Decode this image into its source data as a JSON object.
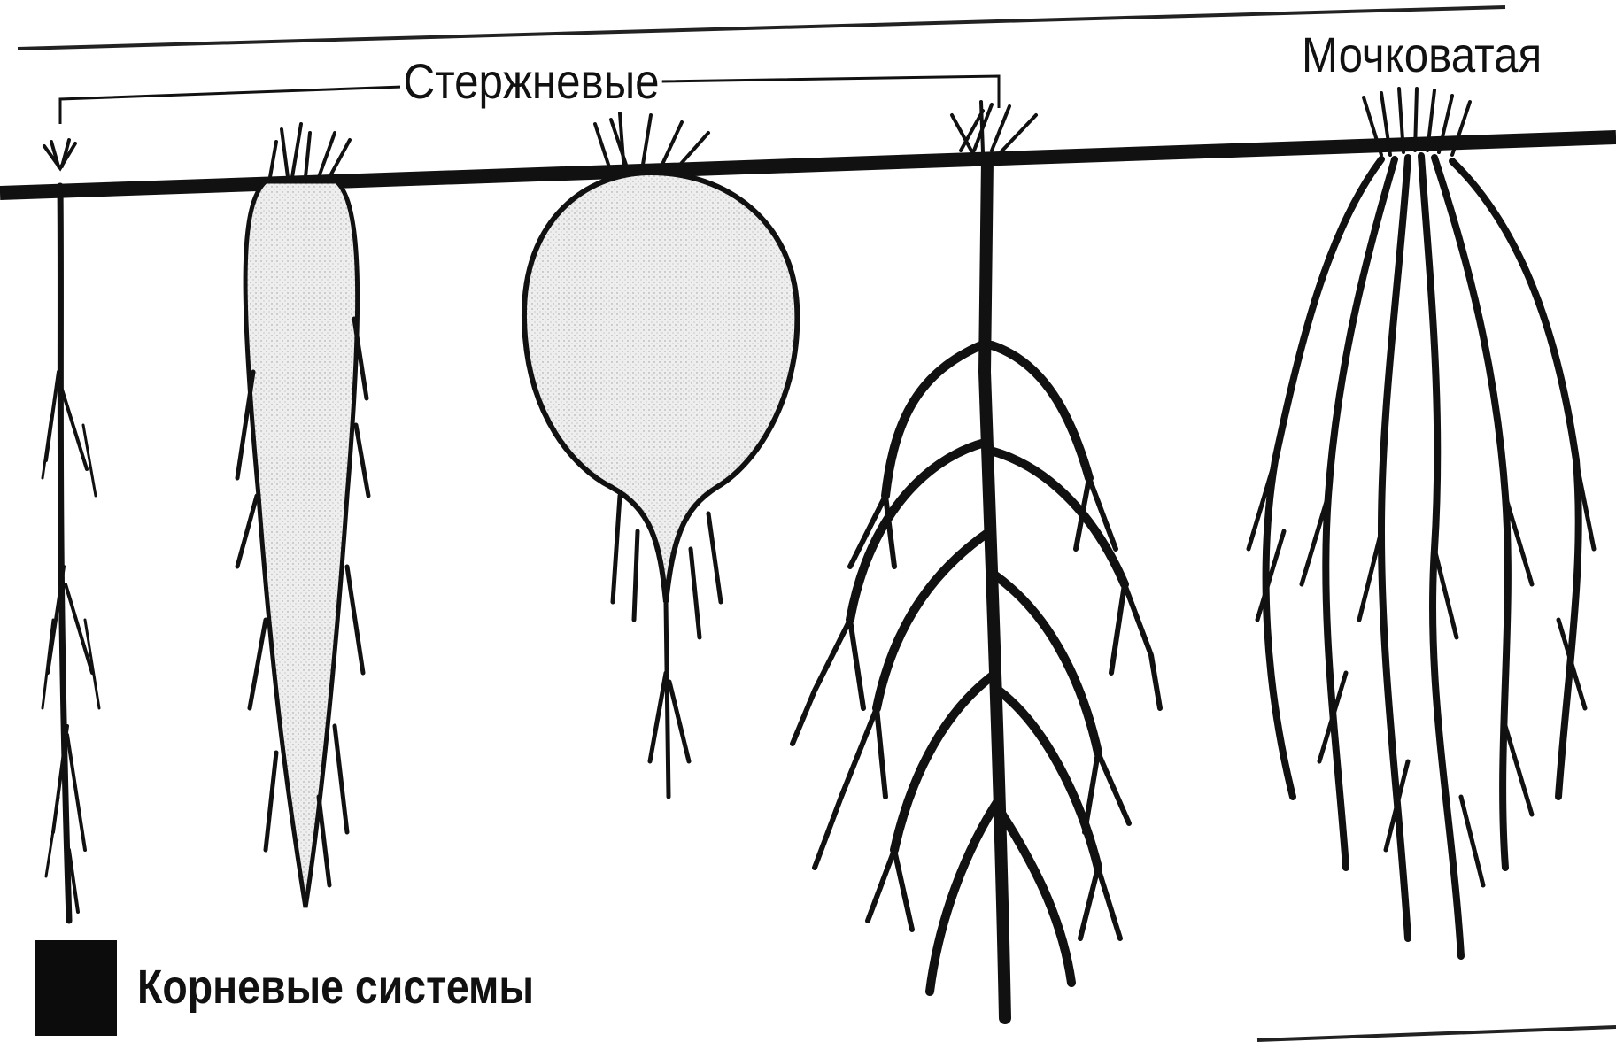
{
  "labels": {
    "taproot": "Стержневые",
    "fibrous": "Мочковатая"
  },
  "caption": {
    "text": "Корневые системы"
  },
  "colors": {
    "ink": "#111111",
    "fill_stipple": "#e4e4e4",
    "background": "#ffffff"
  }
}
